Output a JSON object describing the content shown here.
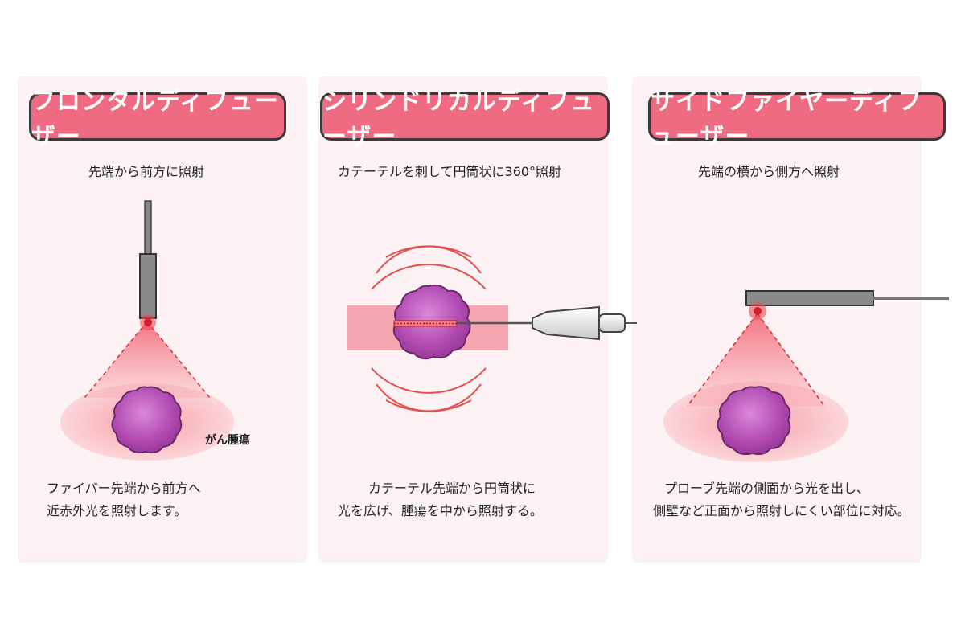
{
  "panels": [
    {
      "title": "フロンタルディフューザー",
      "subtitle": "先端から前方に照射",
      "desc": [
        "ファイバー先端から前方へ",
        "近赤外光を照射します。"
      ],
      "tumor_label": "がん腫瘍"
    },
    {
      "title": "シリンドリカルディフューザー",
      "subtitle": "カテーテルを刺して円筒状に360°照射",
      "desc": [
        "カテーテル先端から円筒状に",
        "光を広げ、腫瘍を中から照射する。"
      ]
    },
    {
      "title": "サイドファイヤーディフューザー",
      "subtitle": "先端の横から側方へ照射",
      "desc": [
        "プローブ先端の側面から光を出し、",
        "側壁など正面から照射しにくい部位に対応。"
      ]
    }
  ],
  "colors": {
    "title_bg": "#ef6b82",
    "tumor": "#b14fb0",
    "light": "#e83a4a",
    "panel_bg": "#fdf2f3"
  }
}
